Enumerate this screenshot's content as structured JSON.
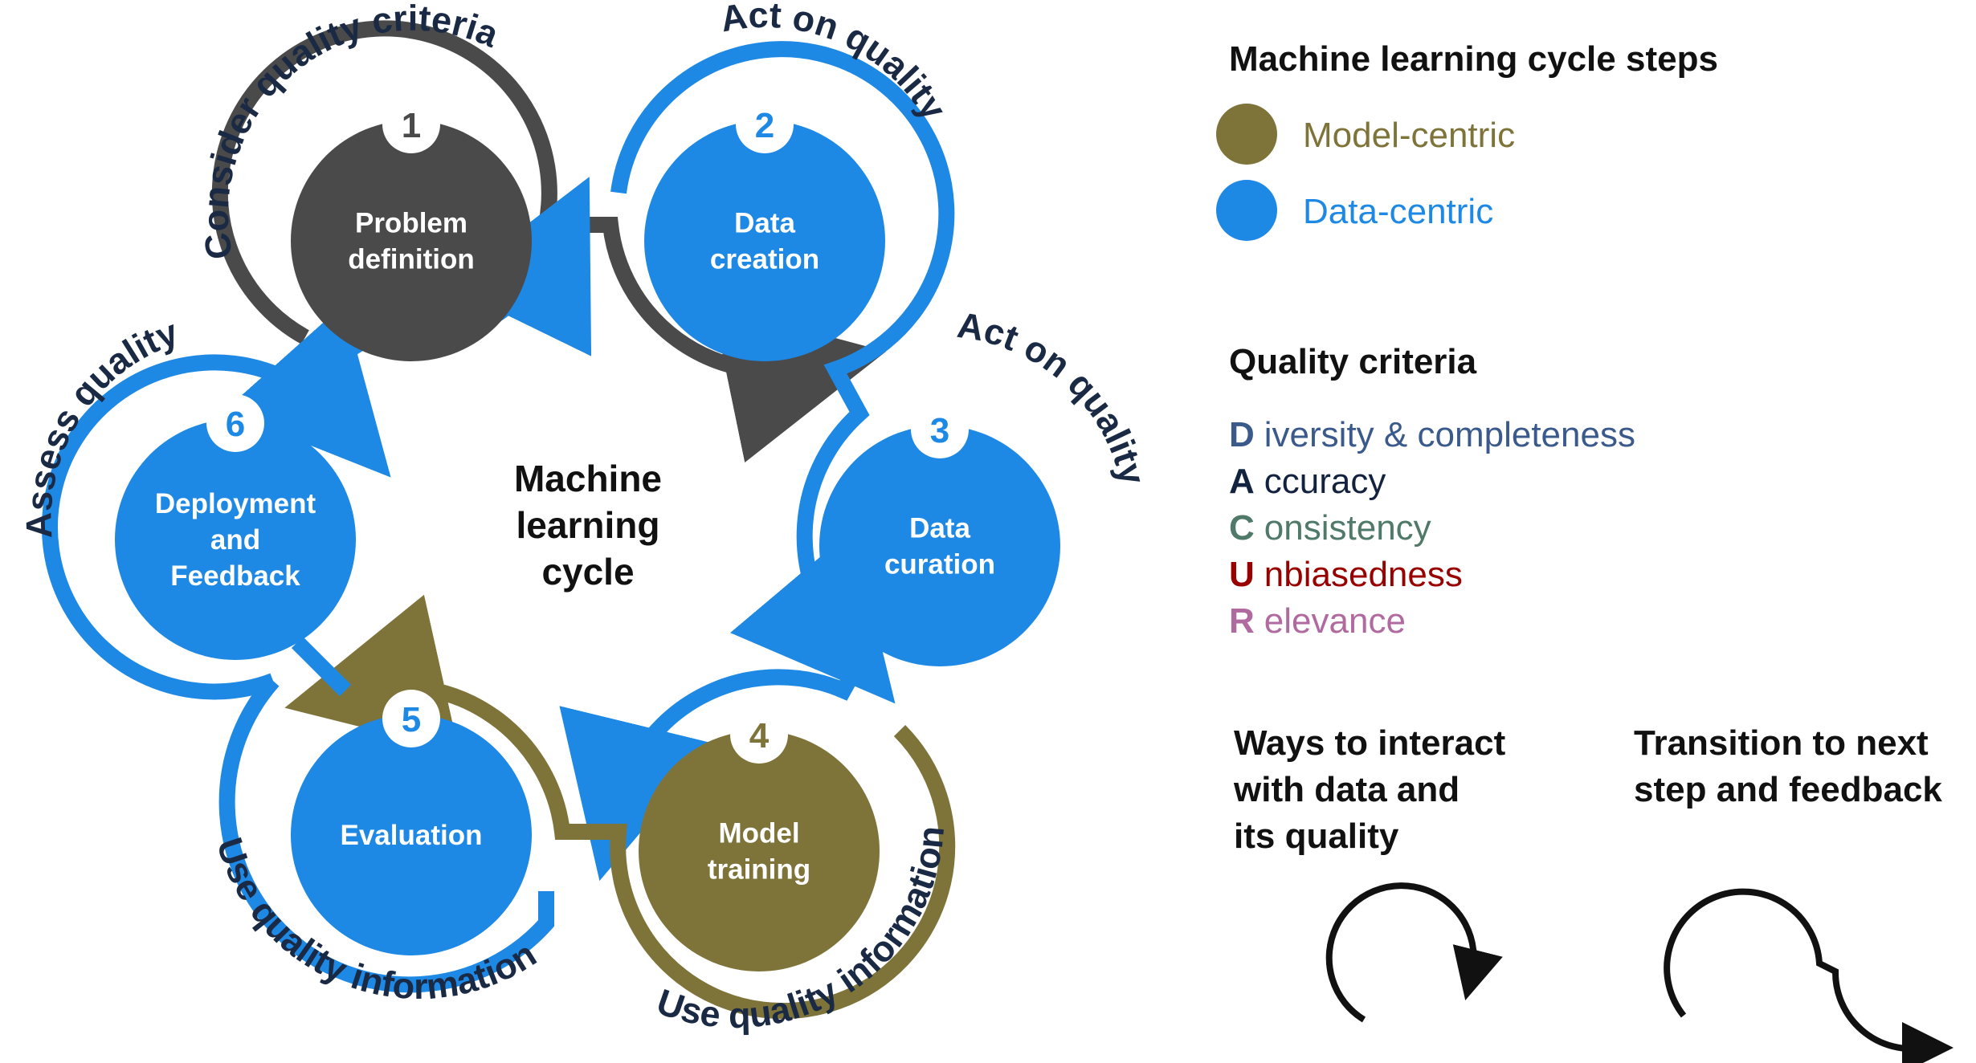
{
  "center_title": [
    "Machine",
    "learning",
    "cycle"
  ],
  "steps": [
    {
      "number": "1",
      "label": [
        "Problem",
        "definition"
      ],
      "color": "#4a4a4a"
    },
    {
      "number": "2",
      "label": [
        "Data",
        "creation"
      ],
      "color": "#1e88e5"
    },
    {
      "number": "3",
      "label": [
        "Data",
        "curation"
      ],
      "color": "#1e88e5"
    },
    {
      "number": "4",
      "label": [
        "Model",
        "training"
      ],
      "color": "#7e743a"
    },
    {
      "number": "5",
      "label": [
        "Evaluation"
      ],
      "color": "#1e88e5"
    },
    {
      "number": "6",
      "label": [
        "Deployment",
        "and",
        "Feedback"
      ],
      "color": "#1e88e5"
    }
  ],
  "interaction_labels": {
    "step1": "Consider quality criteria",
    "step2": "Act on quality",
    "step3": "Act on quality",
    "step4": "Use quality information",
    "step5": "Use quality information",
    "step6": "Assess quality"
  },
  "legend": {
    "title": "Machine learning cycle steps",
    "items": [
      {
        "label": "Model-centric",
        "color": "#7e743a"
      },
      {
        "label": "Data-centric",
        "color": "#1e88e5"
      }
    ]
  },
  "quality": {
    "title": "Quality criteria",
    "items": [
      {
        "letter": "D",
        "rest": "iversity & completeness",
        "color": "#3a5a8c"
      },
      {
        "letter": "A",
        "rest": "ccuracy",
        "color": "#13233f"
      },
      {
        "letter": "C",
        "rest": "onsistency",
        "color": "#4f7a6a"
      },
      {
        "letter": "U",
        "rest": "nbiasedness",
        "color": "#990000"
      },
      {
        "letter": "R",
        "rest": "elevance",
        "color": "#b06aa0"
      }
    ]
  },
  "ways": {
    "interact_label": [
      "Ways to interact",
      "with data and",
      "its quality"
    ],
    "transition_label": [
      "Transition to next",
      "step and feedback"
    ]
  }
}
